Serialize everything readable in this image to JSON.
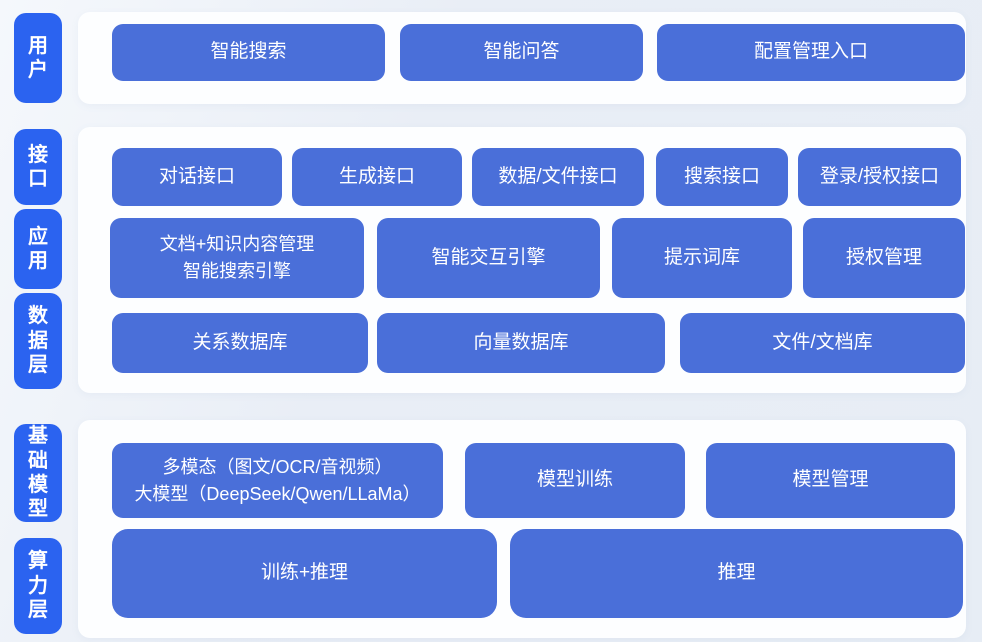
{
  "title": "AI platform architecture diagram",
  "colors": {
    "layer_label_bg": "#2b63f0",
    "box_bg": "#4a6fd9",
    "panel_bg": "#fdfeff",
    "page_bg": "#e9eef6",
    "text": "#ffffff"
  },
  "layers": [
    {
      "name": "用户",
      "buttons": [
        {
          "lines": [
            "智能搜索"
          ]
        },
        {
          "lines": [
            "智能问答"
          ]
        },
        {
          "lines": [
            "配置管理入口"
          ]
        }
      ]
    },
    {
      "name": "接口",
      "buttons": [
        {
          "lines": [
            "对话接口"
          ]
        },
        {
          "lines": [
            "生成接口"
          ]
        },
        {
          "lines": [
            "数据/文件接口"
          ]
        },
        {
          "lines": [
            "搜索接口"
          ]
        },
        {
          "lines": [
            "登录/授权接口"
          ]
        }
      ]
    },
    {
      "name": "应用",
      "buttons": [
        {
          "lines": [
            "文档+知识内容管理",
            "智能搜索引擎"
          ]
        },
        {
          "lines": [
            "智能交互引擎"
          ]
        },
        {
          "lines": [
            "提示词库"
          ]
        },
        {
          "lines": [
            "授权管理"
          ]
        }
      ]
    },
    {
      "name": "数据层",
      "buttons": [
        {
          "lines": [
            "关系数据库"
          ]
        },
        {
          "lines": [
            "向量数据库"
          ]
        },
        {
          "lines": [
            "文件/文档库"
          ]
        }
      ]
    },
    {
      "name": "基础模型",
      "buttons": [
        {
          "lines": [
            "多模态（图文/OCR/音视频）",
            "大模型（DeepSeek/Qwen/LLaMa）"
          ]
        },
        {
          "lines": [
            "模型训练"
          ]
        },
        {
          "lines": [
            "模型管理"
          ]
        }
      ]
    },
    {
      "name": "算力层",
      "buttons": [
        {
          "lines": [
            "训练+推理"
          ]
        },
        {
          "lines": [
            "推理"
          ]
        }
      ]
    }
  ]
}
